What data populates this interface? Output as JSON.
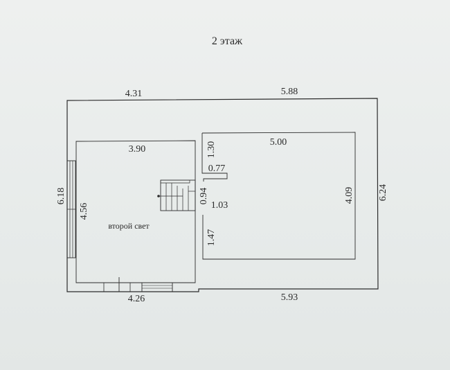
{
  "plan": {
    "title": "2 этаж",
    "room_label": "второй свет",
    "dims": {
      "top_left": "4.31",
      "top_right": "5.88",
      "left_room_width": "3.90",
      "right_room_width": "5.00",
      "outer_left_height": "6.18",
      "left_room_height": "4.56",
      "right_wall_top": "1.30",
      "right_wall_gap": "0.77",
      "stair_height": "0.94",
      "opening": "1.03",
      "right_wall_bottom": "1.47",
      "right_room_height": "4.09",
      "outer_right_height": "6.24",
      "bottom_left": "4.26",
      "bottom_right": "5.93"
    }
  }
}
